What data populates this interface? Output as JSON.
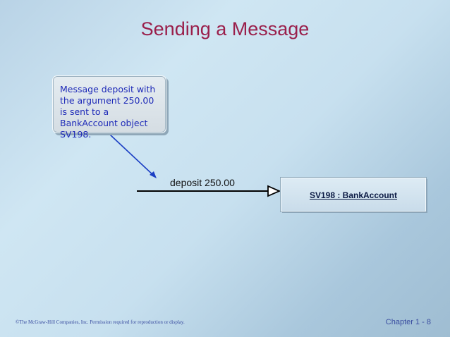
{
  "slide": {
    "title": "Sending a Message",
    "footer_copyright": "©The McGraw-Hill Companies, Inc. Permission required for reproduction or display.",
    "footer_chapter": "Chapter 1 - 8"
  },
  "callout": {
    "text": "Message deposit with the argument 250.00 is sent to a BankAccount object SV198."
  },
  "message": {
    "label": "deposit 250.00"
  },
  "object": {
    "label": "SV198 : BankAccount"
  },
  "colors": {
    "title": "#9a1f4b",
    "callout_text": "#1f2bb8",
    "pointer_line": "#1c3fc4",
    "footer_text": "#3a4da0"
  }
}
